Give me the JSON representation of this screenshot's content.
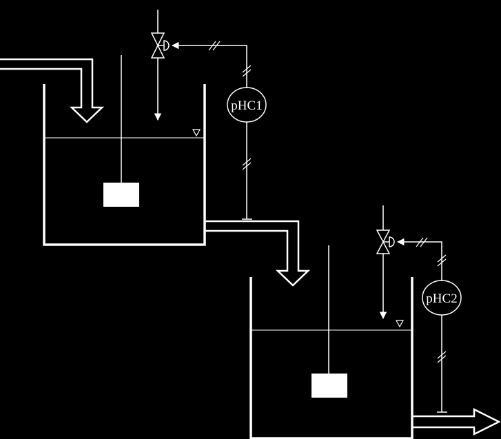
{
  "diagram": {
    "controllers": [
      {
        "id": "c1",
        "label": "pHC1"
      },
      {
        "id": "c2",
        "label": "pHC2"
      }
    ],
    "colors": {
      "background": "#000000",
      "line": "#ffffff"
    }
  }
}
